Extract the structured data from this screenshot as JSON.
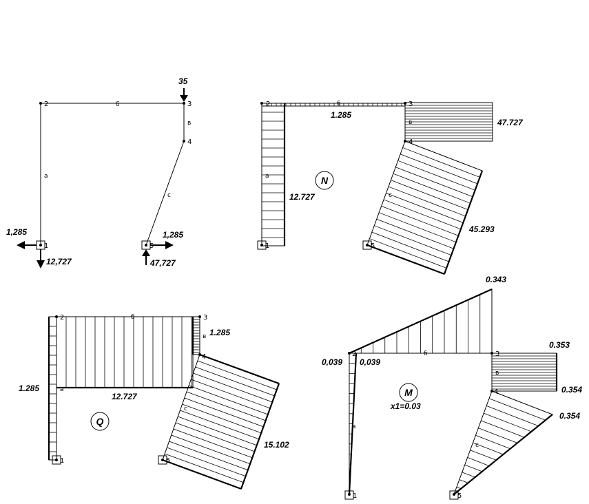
{
  "scheme": {
    "nodes": [
      "1",
      "2",
      "3",
      "4",
      "5"
    ],
    "members": {
      "a": "а",
      "b": "б",
      "v": "в",
      "c": "с"
    },
    "loads": {
      "top": "35",
      "n1_horizontal": "1,285",
      "n1_vertical": "12,727",
      "n5_horizontal": "1,285",
      "n5_vertical": "47,727"
    }
  },
  "diagram_n": {
    "label": "N",
    "nodes": [
      "1",
      "2",
      "3",
      "4",
      "5"
    ],
    "members": {
      "a": "а",
      "b": "б",
      "v": "в",
      "c": "с"
    },
    "values": {
      "member_b": "1.285",
      "member_v": "47.727",
      "member_a": "12.727",
      "member_c": "45.293"
    }
  },
  "diagram_q": {
    "label": "Q",
    "nodes": [
      "1",
      "2",
      "3",
      "4",
      "5"
    ],
    "members": {
      "a": "а",
      "b": "б",
      "v": "в",
      "c": "с"
    },
    "values": {
      "member_v": "1.285",
      "member_a": "1.285",
      "member_b": "12.727",
      "member_c": "15.102"
    }
  },
  "diagram_m": {
    "label": "M",
    "extremum": "x1=0.03",
    "nodes": [
      "1",
      "2",
      "3",
      "4",
      "5"
    ],
    "members": {
      "a": "а",
      "b": "б",
      "v": "в",
      "c": "с"
    },
    "values": {
      "peak": "0.343",
      "v_top": "0.353",
      "v_bottom": "0.354",
      "c_top": "0.354",
      "node2_left": "0,039",
      "node2_right": "0,039"
    }
  }
}
